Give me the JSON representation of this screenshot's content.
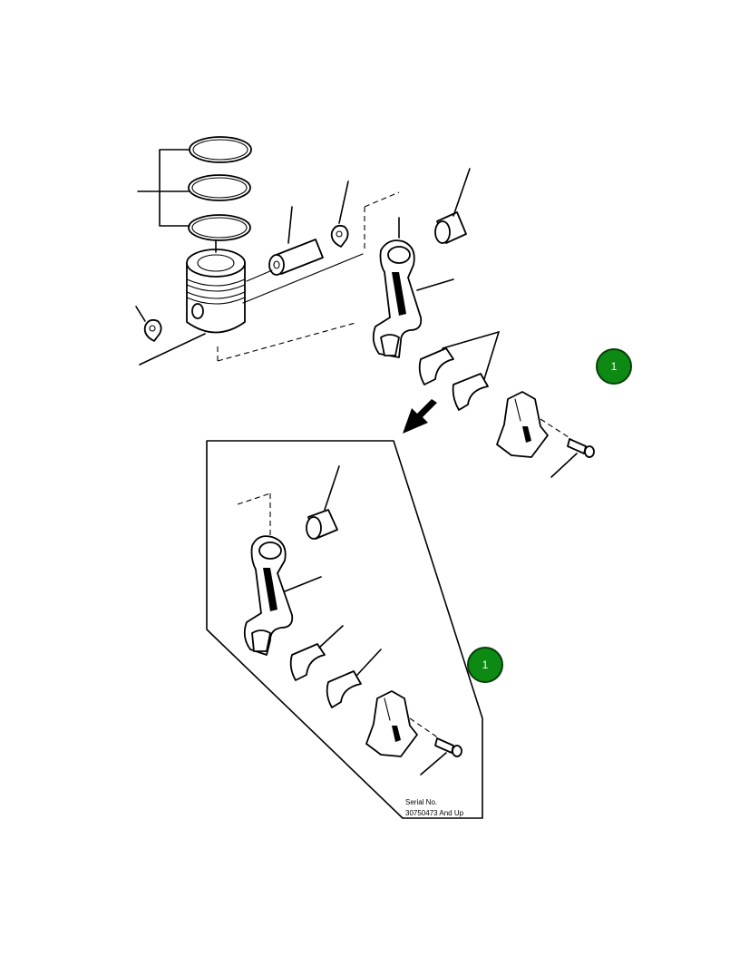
{
  "callouts": [
    {
      "label": "1",
      "color": "#0d8a14"
    },
    {
      "label": "1",
      "color": "#0d8a14"
    }
  ],
  "inset": {
    "serial_line_1": "Serial No.",
    "serial_line_2": "30750473 And Up"
  },
  "icons": [
    "piston-ring-icon",
    "piston-icon",
    "piston-pin-icon",
    "retaining-ring-icon",
    "connecting-rod-icon",
    "bushing-icon",
    "bearing-shell-icon",
    "rod-cap-icon",
    "cap-screw-icon",
    "direction-arrow-icon"
  ]
}
